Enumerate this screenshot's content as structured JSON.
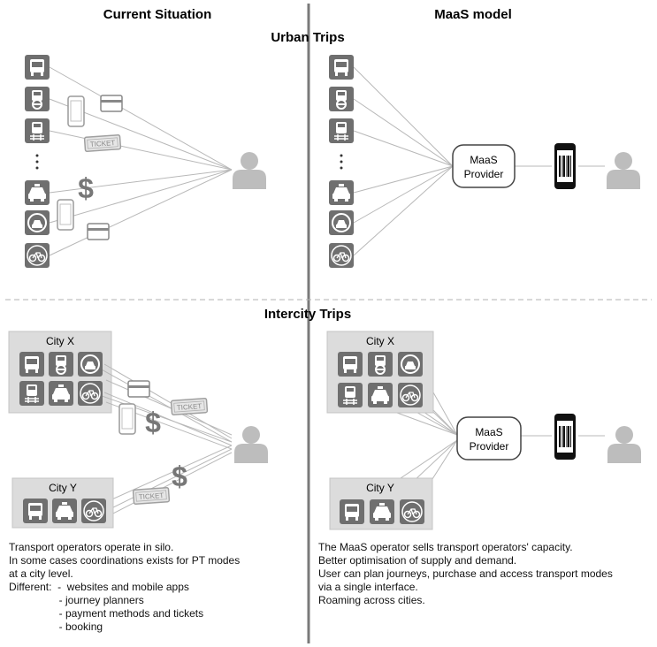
{
  "headers": {
    "left": "Current Situation",
    "right": "MaaS model",
    "urban": "Urban Trips",
    "intercity": "Intercity Trips"
  },
  "city_x": "City X",
  "city_y": "City Y",
  "maas_provider": [
    "MaaS",
    "Provider"
  ],
  "ticket_label": "TICKET",
  "dollar": "$",
  "dots": "·",
  "icons": {
    "bus": "bus-icon",
    "tram": "tram-icon",
    "train": "train-icon",
    "taxi": "taxi-icon",
    "car_sharing": "car-sharing-icon",
    "bike": "bike-icon",
    "phone": "smartphone-icon",
    "card": "credit-card-icon",
    "ticket": "ticket-icon",
    "user": "user-icon"
  },
  "left_text": [
    "Transport operators operate in silo.",
    "In some cases coordinations exists for PT modes",
    "at a city level.",
    "Different:  -  websites and mobile apps",
    "                 - journey planners",
    "                 - payment methods and tickets",
    "                 - booking"
  ],
  "right_text": [
    "The MaaS operator sells transport operators' capacity.",
    "Better optimisation of supply and demand.",
    "User can plan journeys, purchase and access transport modes",
    "via a single interface.",
    "Roaming across cities."
  ],
  "colors": {
    "icon_bg": "#6f6f6f",
    "city_box": "#dcdcdc",
    "user": "#bdbdbd",
    "line": "#b8b8b8",
    "divider": "#7a7a7a"
  }
}
